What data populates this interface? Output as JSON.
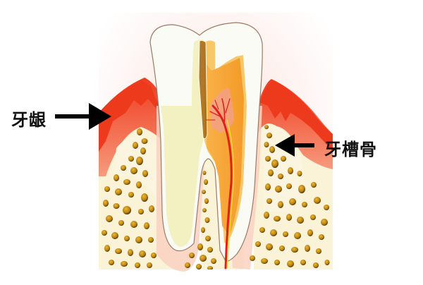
{
  "diagram": {
    "title": "",
    "labels": {
      "gum": "牙龈",
      "alveolar_bone": "牙槽骨"
    },
    "arrows": [
      {
        "from": "gum-label",
        "to": "gum",
        "direction": "right"
      },
      {
        "from": "alveolar-bone-label",
        "to": "alveolar-bone",
        "direction": "left"
      }
    ],
    "colors": {
      "background": "#ffffff",
      "gum_dark": "#ee3a1c",
      "gum_light": "#f6876a",
      "enamel": "#fbfbf6",
      "dentin": "#f2efb6",
      "pulp": "#f7a531",
      "nerve": "#e0201a",
      "bone": "#fbf4df",
      "bone_pores": "#a8740f",
      "periodontal": "#f7c7b3",
      "arrow": "#000000"
    }
  }
}
